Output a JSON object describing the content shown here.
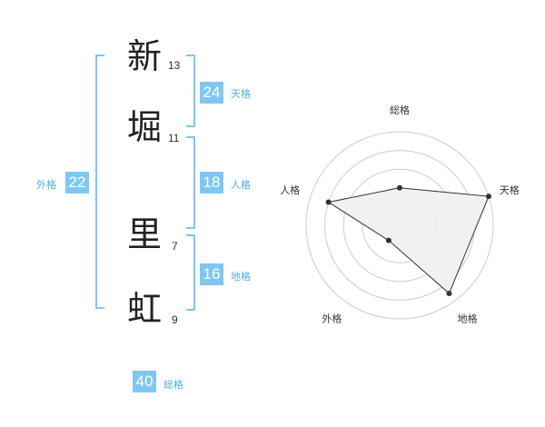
{
  "name": {
    "chars": [
      {
        "char": "新",
        "strokes": "13"
      },
      {
        "char": "堀",
        "strokes": "11"
      },
      {
        "char": "里",
        "strokes": "7"
      },
      {
        "char": "虹",
        "strokes": "9"
      }
    ]
  },
  "fortunes": {
    "tenkaku": {
      "value": "24",
      "label": "天格"
    },
    "jinkaku": {
      "value": "18",
      "label": "人格"
    },
    "chikaku": {
      "value": "16",
      "label": "地格"
    },
    "gaikaku": {
      "value": "22",
      "label": "外格"
    },
    "soukaku": {
      "value": "40",
      "label": "総格"
    }
  },
  "radar": {
    "axes": [
      "総格",
      "天格",
      "地格",
      "外格",
      "人格"
    ],
    "values": [
      0.4,
      1.0,
      0.9,
      0.2,
      0.8
    ],
    "colors": {
      "fill": "#efefef",
      "line": "#333333",
      "rings": "#cccccc"
    }
  },
  "colors": {
    "accent": "#7fc7f3",
    "label": "#4fb0ea"
  }
}
